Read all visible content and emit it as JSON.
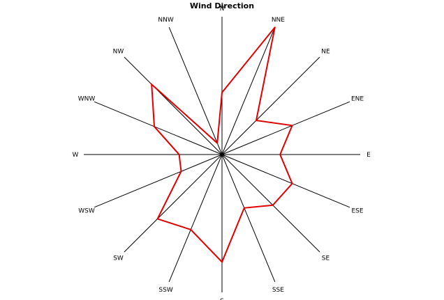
{
  "chart_data": {
    "type": "radar",
    "title": "Wind Direction",
    "categories": [
      "N",
      "NNE",
      "NE",
      "ENE",
      "E",
      "ESE",
      "SE",
      "SSE",
      "S",
      "SSW",
      "SW",
      "WSW",
      "W",
      "WNW",
      "NW",
      "NNW"
    ],
    "series": [
      {
        "values": [
          0.45,
          1.0,
          0.35,
          0.55,
          0.42,
          0.55,
          0.52,
          0.42,
          0.78,
          0.59,
          0.66,
          0.32,
          0.31,
          0.53,
          0.72,
          0.09
        ]
      }
    ],
    "scale_max": 1.0,
    "grid": false,
    "legend": "none",
    "colors": {
      "series": "#e00000",
      "spokes": "#000000",
      "background": "#ffffff"
    }
  }
}
